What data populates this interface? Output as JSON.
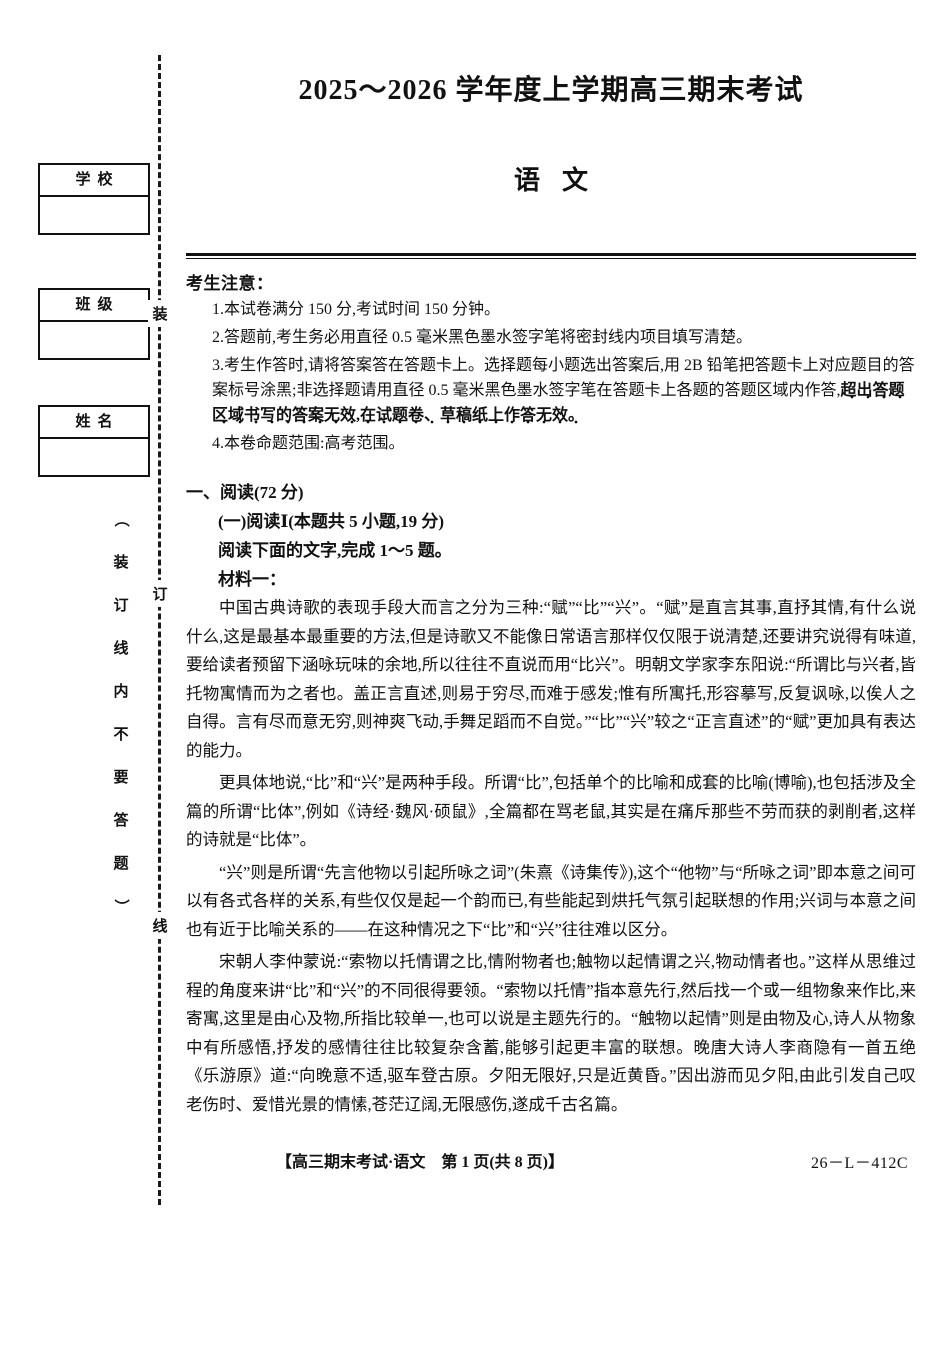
{
  "header": {
    "exam_title": "2025～2026 学年度上学期高三期末考试",
    "subject": "语文"
  },
  "seal_column": {
    "id_boxes": [
      {
        "label": "学校",
        "value": ""
      },
      {
        "label": "班级",
        "value": ""
      },
      {
        "label": "姓名",
        "value": ""
      }
    ],
    "line_chars": [
      "装",
      "订",
      "线"
    ],
    "vertical_text": [
      "（",
      "装",
      "订",
      "线",
      "内",
      "不",
      "要",
      "答",
      "题",
      "）"
    ]
  },
  "notice": {
    "heading": "考生注意：",
    "items": [
      {
        "number": "1.",
        "text": "本试卷满分 150 分,考试时间 150 分钟。"
      },
      {
        "number": "2.",
        "text": "答题前,考生务必用直径 0.5 毫米黑色墨水签字笔将密封线内项目填写清楚。"
      },
      {
        "number": "3.",
        "text": "考生作答时,请将答案答在答题卡上。选择题每小题选出答案后,用 2B 铅笔把答题卡上对应题目的答案标号涂黑;非选择题请用直径 0.5 毫米黑色墨水签字笔在答题卡上各题的答题区域内作答,",
        "emphasis": "超出答题区域书写的答案无效,在试题卷、草稿纸上作答无效。"
      },
      {
        "number": "4.",
        "text": "本卷命题范围:高考范围。"
      }
    ]
  },
  "main": {
    "section_heading": "一、阅读(72 分)",
    "sub_headings": [
      "(一)阅读Ⅰ(本题共 5 小题,19 分)",
      "阅读下面的文字,完成 1～5 题。",
      "材料一："
    ],
    "paragraphs": [
      "中国古典诗歌的表现手段大而言之分为三种:“赋”“比”“兴”。“赋”是直言其事,直抒其情,有什么说什么,这是最基本最重要的方法,但是诗歌又不能像日常语言那样仅仅限于说清楚,还要讲究说得有味道,要给读者预留下涵咏玩味的余地,所以往往不直说而用“比兴”。明朝文学家李东阳说:“所谓比与兴者,皆托物寓情而为之者也。盖正言直述,则易于穷尽,而难于感发;惟有所寓托,形容摹写,反复讽咏,以俟人之自得。言有尽而意无穷,则神爽飞动,手舞足蹈而不自觉。”“比”“兴”较之“正言直述”的“赋”更加具有表达的能力。",
      "更具体地说,“比”和“兴”是两种手段。所谓“比”,包括单个的比喻和成套的比喻(博喻),也包括涉及全篇的所谓“比体”,例如《诗经·魏风·硕鼠》,全篇都在骂老鼠,其实是在痛斥那些不劳而获的剥削者,这样的诗就是“比体”。",
      "“兴”则是所谓“先言他物以引起所咏之词”(朱熹《诗集传》),这个“他物”与“所咏之词”即本意之间可以有各式各样的关系,有些仅仅是起一个韵而已,有些能起到烘托气氛引起联想的作用;兴词与本意之间也有近于比喻关系的——在这种情况之下“比”和“兴”往往难以区分。",
      "宋朝人李仲蒙说:“索物以托情谓之比,情附物者也;触物以起情谓之兴,物动情者也。”这样从思维过程的角度来讲“比”和“兴”的不同很得要领。“索物以托情”指本意先行,然后找一个或一组物象来作比,来寄寓,这里是由心及物,所指比较单一,也可以说是主题先行的。“触物以起情”则是由物及心,诗人从物象中有所感悟,抒发的感情往往比较复杂含蓄,能够引起更丰富的联想。晚唐大诗人李商隐有一首五绝《乐游原》道:“向晚意不适,驱车登古原。夕阳无限好,只是近黄昏。”因出游而见夕阳,由此引发自己叹老伤时、爱惜光景的情愫,苍茫辽阔,无限感伤,遂成千古名篇。"
    ]
  },
  "footer": {
    "center": "【高三期末考试·语文　第 1 页(共 8 页)】",
    "code": "26－L－412C"
  }
}
